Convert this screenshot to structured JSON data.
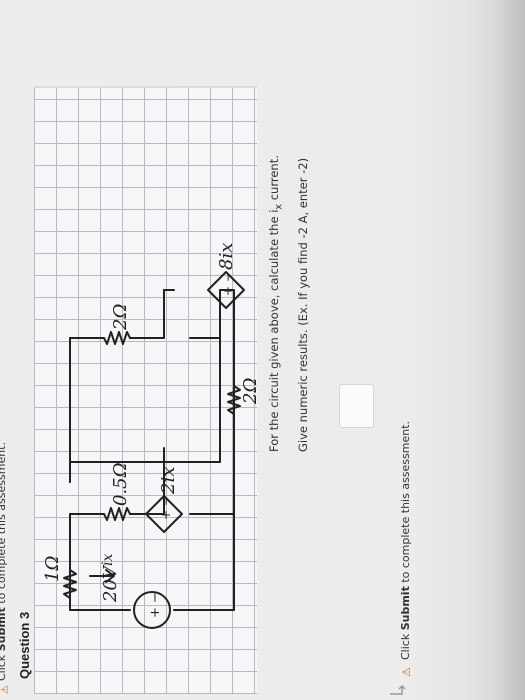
{
  "banner": {
    "icon": "warning-icon",
    "click_text": "Click ",
    "submit_text": "Submit",
    "rest_text": " to complete this assessment."
  },
  "question": {
    "title": "Question 3",
    "prompt_line1": "For the circuit given above, calculate the i",
    "prompt_sub": "x",
    "prompt_line1_end": " current.",
    "prompt_line2": "Give numeric results. (Ex. If you find -2 A, enter -2)",
    "answer_value": ""
  },
  "circuit": {
    "source_voltage": "20V",
    "r1": "1Ω",
    "r2": "0.5Ω",
    "r3": "2Ω",
    "r4": "2Ω",
    "current_label": "ix",
    "dep_source_1": "2ix",
    "dep_source_2": "8ix"
  },
  "footer": {
    "icon": "warning-icon",
    "click_text": "Click ",
    "submit_text": "Submit",
    "rest_text": " to complete this assessment."
  },
  "colors": {
    "warning": "#d07000",
    "ink": "#222222",
    "grid": "#b9b9c6"
  }
}
